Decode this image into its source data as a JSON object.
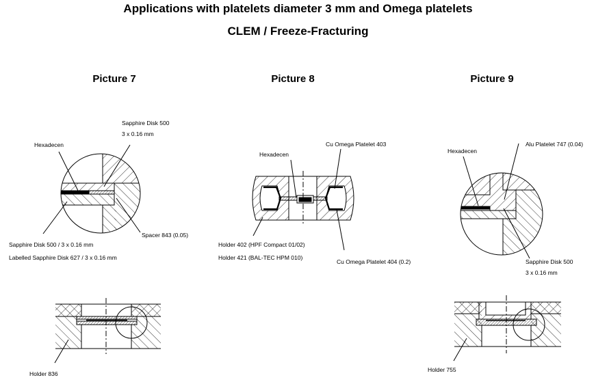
{
  "title": "Applications with platelets diameter 3 mm and Omega platelets",
  "subtitle": "CLEM / Freeze-Fracturing",
  "pictures": [
    {
      "heading": "Picture 7",
      "labels": {
        "sapphire_top": "Sapphire Disk 500",
        "sapphire_top_size": "3 x 0.16 mm",
        "hexadecen": "Hexadecen",
        "spacer": "Spacer 843 (0.05)",
        "sapphire_bottom": "Sapphire Disk 500 / 3 x 0.16 mm",
        "labelled_sapphire": "Labelled Sapphire Disk  627 / 3 x 0.16 mm",
        "holder": "Holder 836"
      }
    },
    {
      "heading": "Picture 8",
      "labels": {
        "hexadecen": "Hexadecen",
        "omega_top": "Cu Omega Platelet 403",
        "holder_402": "Holder 402 (HPF Compact 01/02)",
        "holder_421": "Holder 421 (BAL-TEC HPM 010)",
        "omega_bottom": "Cu Omega Platelet 404 (0.2)"
      }
    },
    {
      "heading": "Picture 9",
      "labels": {
        "hexadecen": "Hexadecen",
        "alu": "Alu Platelet 747 (0.04)",
        "sapphire": "Sapphire Disk  500",
        "sapphire_size": "3 x 0.16 mm",
        "holder": "Holder 755"
      }
    }
  ]
}
